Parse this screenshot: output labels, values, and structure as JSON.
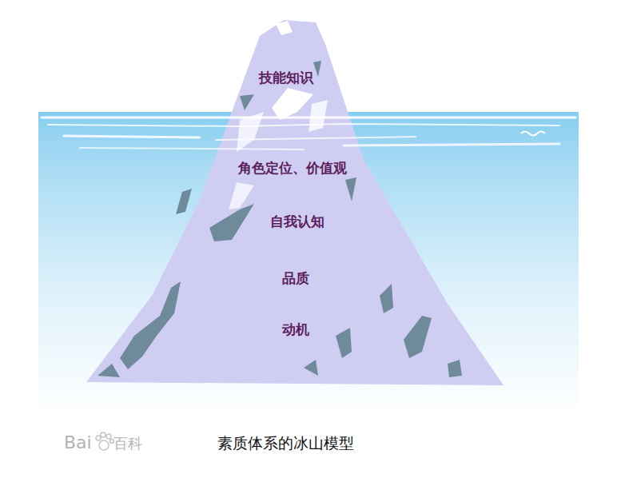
{
  "diagram": {
    "caption": "素质体系的冰山模型",
    "nodes": [
      {
        "text": [
          "技能知识",
          "角色定位、价值观",
          "自我认知",
          "品质",
          "动机"
        ]
      }
    ],
    "labels": [
      "Bai",
      "百科"
    ]
  }
}
